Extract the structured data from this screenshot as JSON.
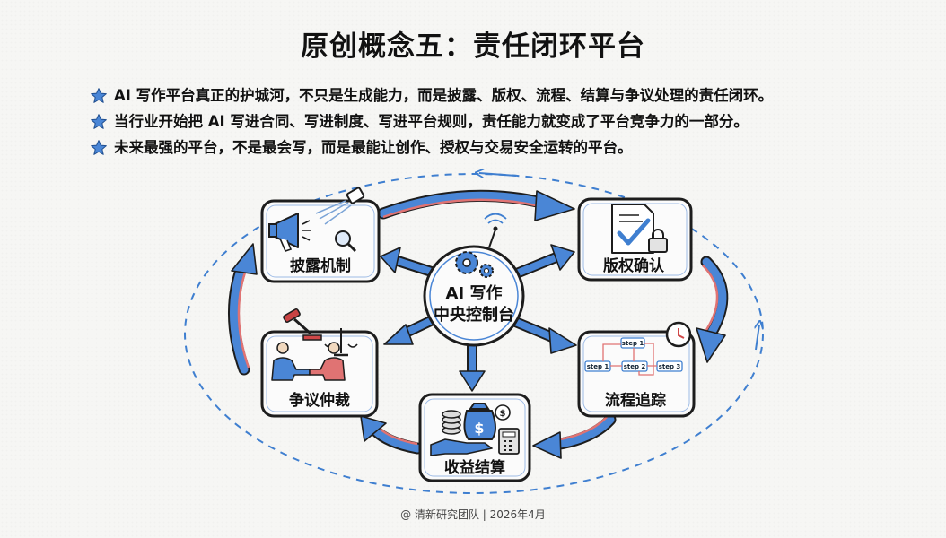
{
  "title": "原创概念五：责任闭环平台",
  "bullets": [
    "AI 写作平台真正的护城河，不只是生成能力，而是披露、版权、流程、结算与争议处理的责任闭环。",
    "当行业开始把 AI 写进合同、写进制度、写进平台规则，责任能力就变成了平台竞争力的一部分。",
    "未来最强的平台，不是最会写，而是最能让创作、授权与交易安全运转的平台。"
  ],
  "hub": {
    "line1": "AI 写作",
    "line2": "中央控制台"
  },
  "nodes": {
    "disclosure": "披露机制",
    "copyright": "版权确认",
    "process": "流程追踪",
    "settlement": "收益结算",
    "dispute": "争议仲裁"
  },
  "steps": {
    "s1": "step 1",
    "s2": "step 2",
    "s3": "step 3",
    "s1b": "step 1"
  },
  "footer": "@ 清新研究团队 | 2026年4月",
  "colors": {
    "blue": "#3f7fd0",
    "red": "#e07373",
    "dark": "#1d1d1d"
  }
}
